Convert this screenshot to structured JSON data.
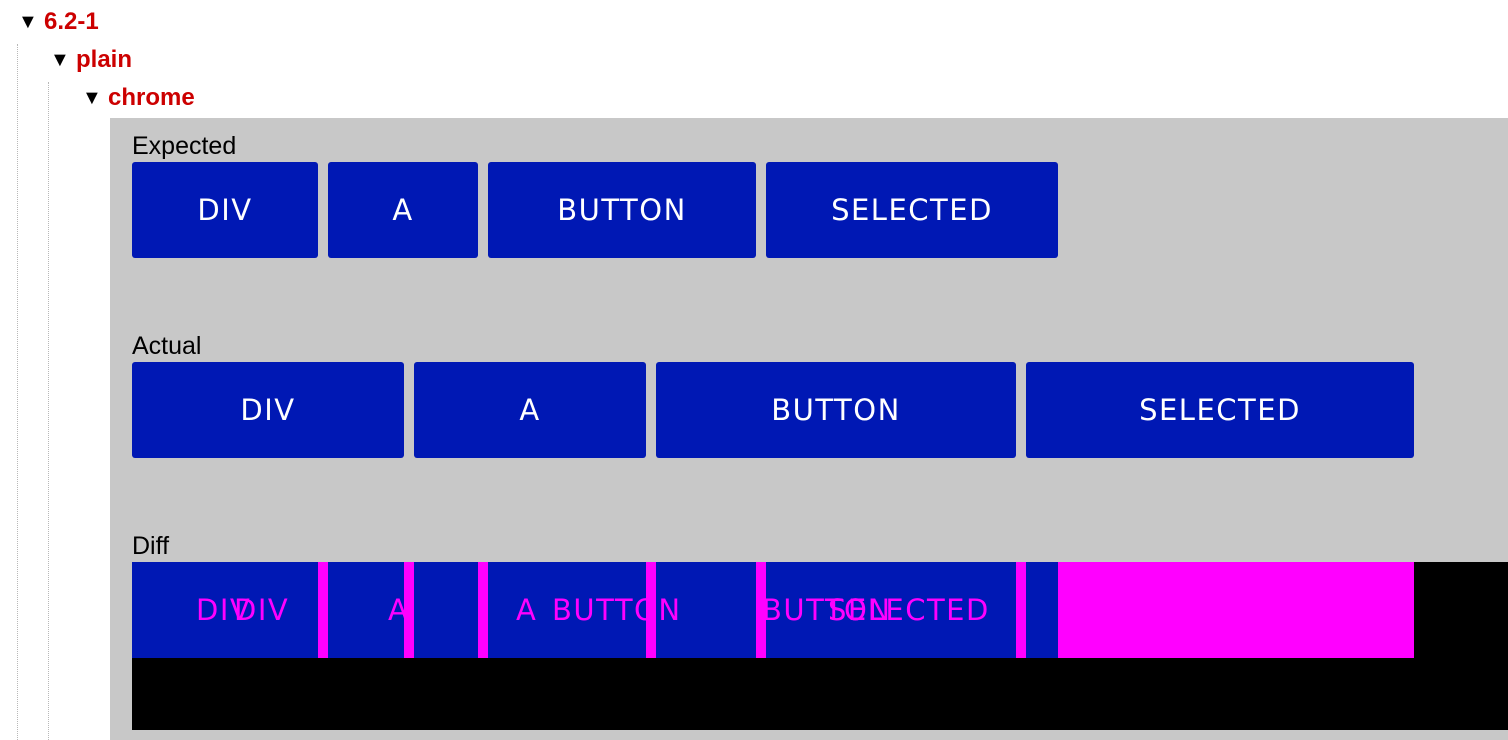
{
  "tree": {
    "level1": "6.2-1",
    "level2": "plain",
    "level3": "chrome",
    "expand_glyph": "▼"
  },
  "sections": {
    "expected": "Expected",
    "actual": "Actual",
    "diff": "Diff"
  },
  "buttons": {
    "div": "DIV",
    "a": "A",
    "button": "BUTTON",
    "selected": "SELECTED"
  },
  "colors": {
    "tree_node": "#cc0000",
    "panel_bg": "#c8c8c8",
    "button_bg": "#0018b4",
    "diff_magenta": "#ff00ff",
    "diff_bg": "#000000"
  }
}
